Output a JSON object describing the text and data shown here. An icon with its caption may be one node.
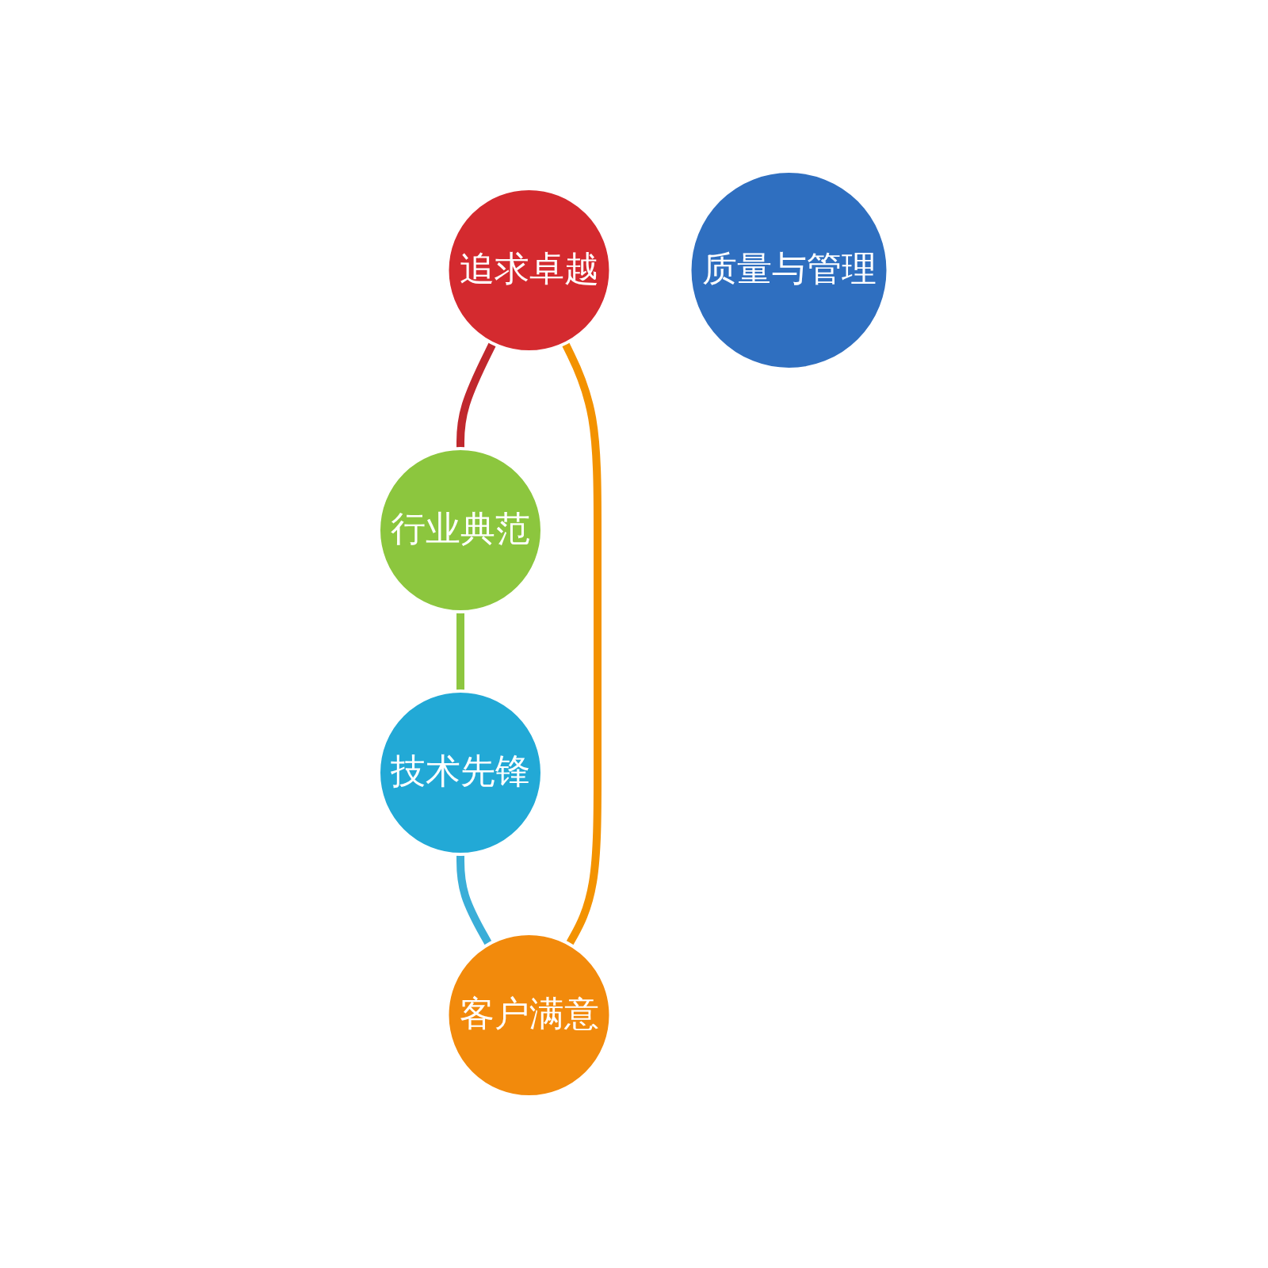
{
  "diagram": {
    "nodes": [
      {
        "text": [
          "追求卓越"
        ]
      },
      {
        "text": [
          "客户满意"
        ]
      },
      {
        "text": [
          "质量与管理"
        ]
      },
      {
        "text": [
          "行业典范"
        ]
      },
      {
        "text": [
          "技术先锋"
        ]
      }
    ],
    "edges": [
      {
        "from": 0,
        "to": 3,
        "arrow": "none",
        "color": "#c0282d"
      },
      {
        "from": 3,
        "to": 4,
        "arrow": "none",
        "color": "#8dc63f"
      },
      {
        "from": 4,
        "to": 1,
        "arrow": "none",
        "color": "#3aaed8"
      },
      {
        "from": 1,
        "to": 0,
        "arrow": "none",
        "color": "#f39200"
      }
    ]
  }
}
